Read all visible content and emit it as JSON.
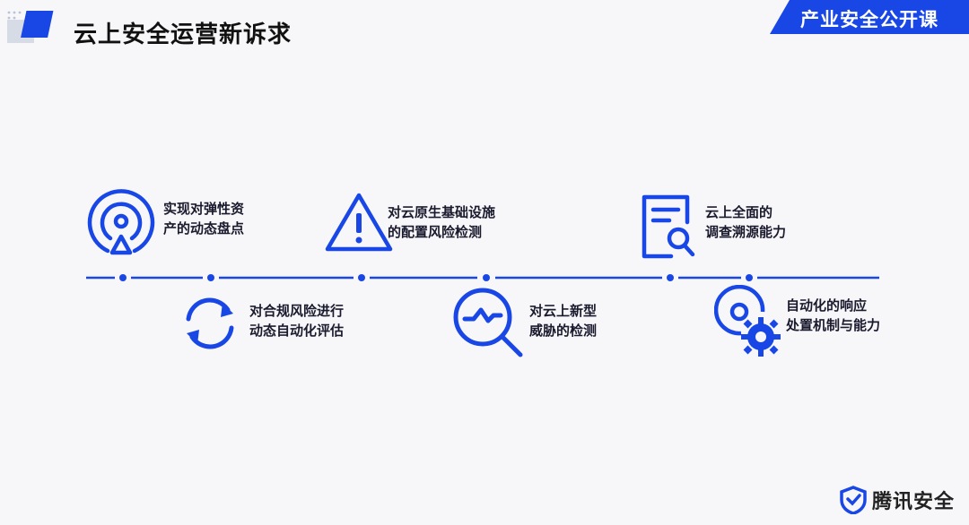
{
  "header": {
    "title": "云上安全运营新诉求",
    "banner": "产业安全公开课"
  },
  "items": [
    {
      "line1": "实现对弹性资",
      "line2": "产的动态盘点",
      "icon": "radar-icon"
    },
    {
      "line1": "对合规风险进行",
      "line2": "动态自动化评估",
      "icon": "refresh-cycle-icon"
    },
    {
      "line1": "对云原生基础设施",
      "line2": "的配置风险检测",
      "icon": "warning-icon"
    },
    {
      "line1": "对云上新型",
      "line2": "威胁的检测",
      "icon": "magnifier-wave-icon"
    },
    {
      "line1": "云上全面的",
      "line2": "调查溯源能力",
      "icon": "document-search-icon"
    },
    {
      "line1": "自动化的响应",
      "line2": "处置机制与能力",
      "icon": "gears-icon"
    }
  ],
  "brand": {
    "name": "腾讯安全",
    "icon": "tencent-shield-icon"
  },
  "colors": {
    "accent": "#1947e6",
    "text": "#1a1a2e",
    "background": "#f7f7f9"
  }
}
